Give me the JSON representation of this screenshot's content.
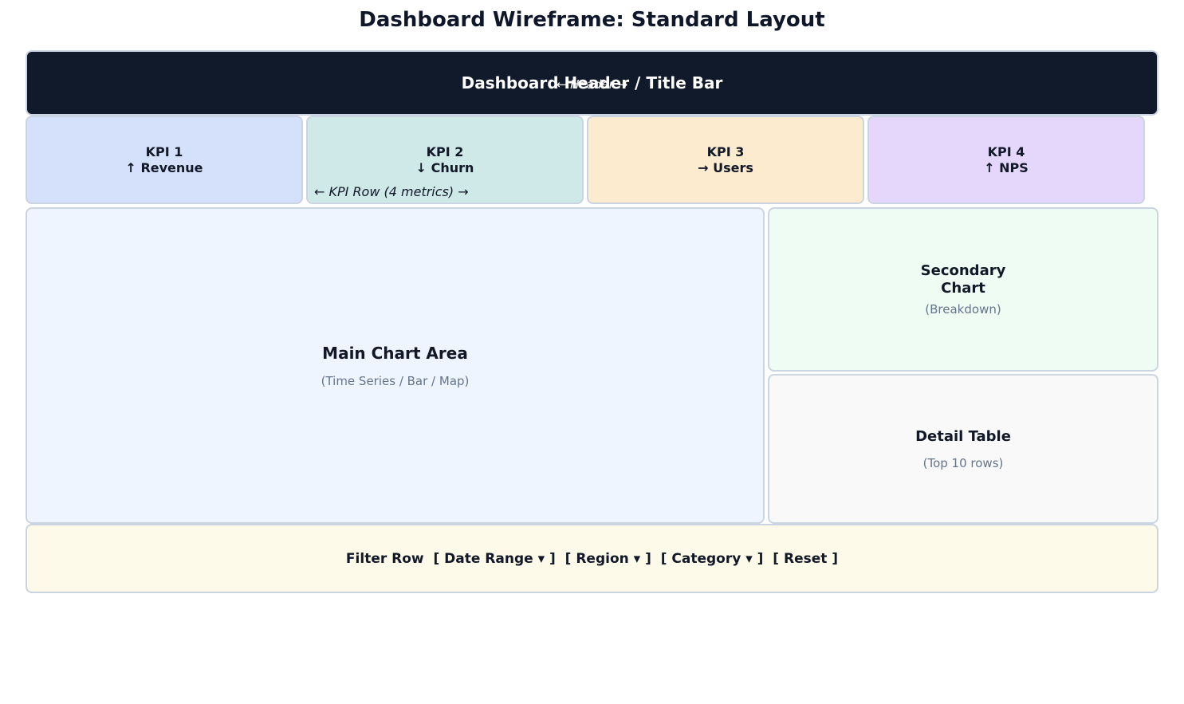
{
  "title": "Dashboard Wireframe: Standard Layout",
  "header": {
    "label": "Dashboard Header / Title Bar",
    "annotation": "← Header →"
  },
  "kpis": [
    {
      "name": "KPI 1",
      "metric": "↑ Revenue"
    },
    {
      "name": "KPI 2",
      "metric": "↓ Churn"
    },
    {
      "name": "KPI 3",
      "metric": "→ Users"
    },
    {
      "name": "KPI 4",
      "metric": "↑ NPS"
    }
  ],
  "kpi_row_annotation": "← KPI Row (4 metrics) →",
  "main_chart": {
    "label": "Main Chart Area",
    "sublabel": "(Time Series / Bar / Map)"
  },
  "secondary_chart": {
    "label_line1": "Secondary",
    "label_line2": "Chart",
    "sublabel": "(Breakdown)"
  },
  "detail_table": {
    "label": "Detail Table",
    "sublabel": "(Top 10 rows)"
  },
  "filter_row": {
    "text": "Filter Row  [ Date Range ▾ ]  [ Region ▾ ]  [ Category ▾ ]  [ Reset ]"
  },
  "colors": {
    "header_bg": "#111a2b",
    "kpi1": "#d5e0fb",
    "kpi2": "#cfe8e8",
    "kpi3": "#fcebcf",
    "kpi4": "#e4d7fb",
    "main": "#eff5ff",
    "secondary": "#effcf3",
    "detail": "#f9f9f9",
    "filter": "#fefae9",
    "border": "#cbd5e1"
  }
}
